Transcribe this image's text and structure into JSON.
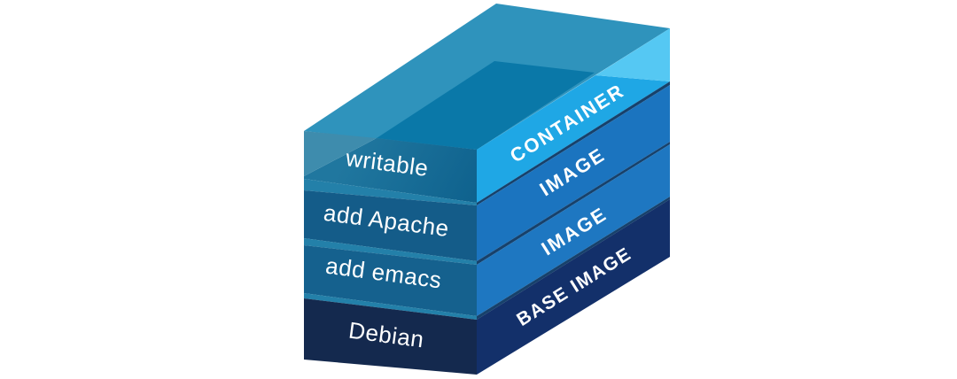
{
  "diagram": {
    "description": "Docker image and container layers stack",
    "layers": [
      {
        "front": "writable",
        "side": "CONTAINER"
      },
      {
        "front": "add Apache",
        "side": "IMAGE"
      },
      {
        "front": "add emacs",
        "side": "IMAGE"
      },
      {
        "front": "Debian",
        "side": "BASE IMAGE"
      }
    ]
  },
  "colors": {
    "background": "#ffffff",
    "top_face": "#2f93bc",
    "top_face_inner": "#0a78a8",
    "writable_front_light": "#3e8cad",
    "writable_front_dark": "#176c99",
    "container_side_bright": "#1fa7e5",
    "container_side_light": "#55c8f3",
    "top_sliver": "#2380a9",
    "apache_front": "#145c89",
    "emacs_front": "#15618e",
    "debian_front": "#14294e",
    "image_side_1": "#1b74bf",
    "image_side_2": "#1e77c1",
    "base_image_side": "#13306a",
    "seam": "#17416b",
    "label_text": "#ffffff"
  }
}
